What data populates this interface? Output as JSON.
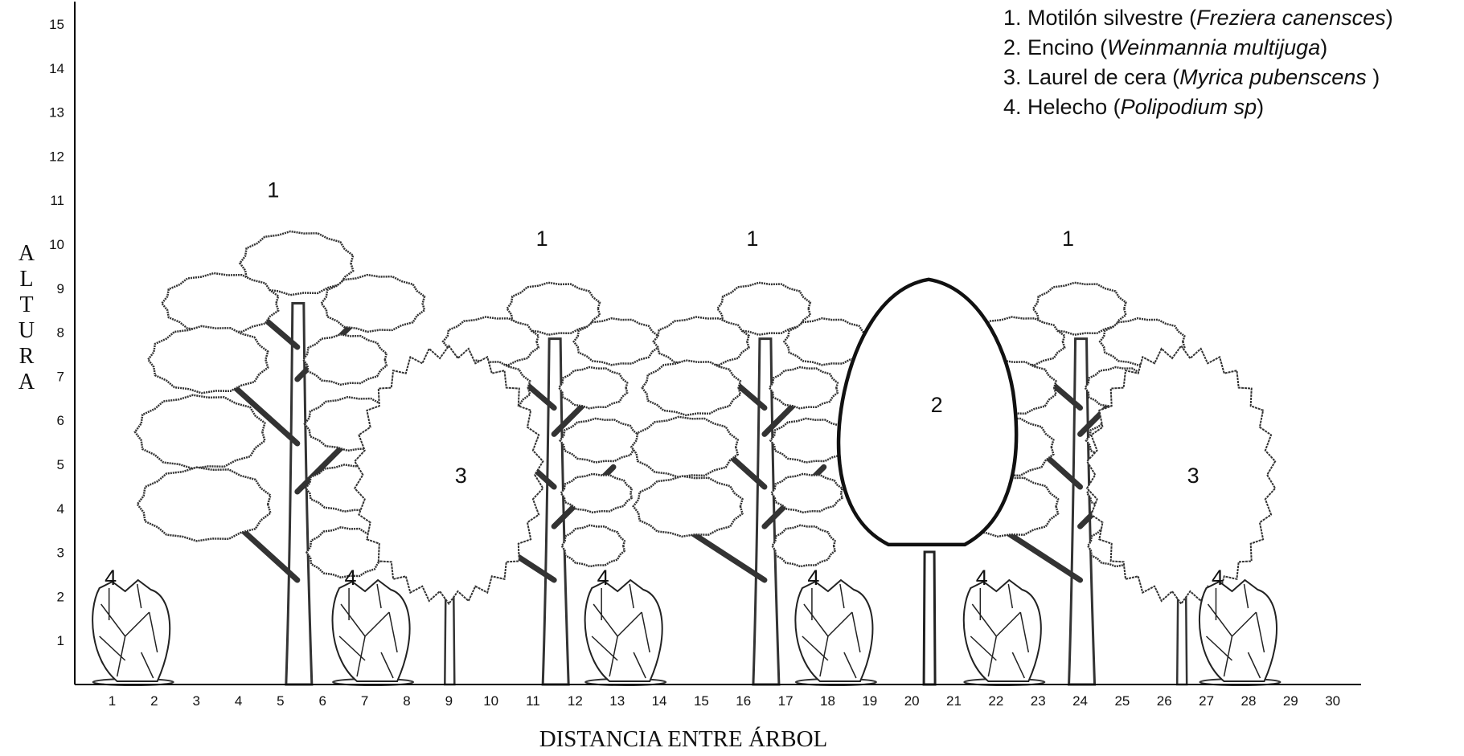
{
  "legend": [
    {
      "prefix": "1. Motilón silvestre (",
      "italic": "Freziera canensces",
      "suffix": ")"
    },
    {
      "prefix": "2. Encino (",
      "italic": "Weinmannia multijuga",
      "suffix": ")"
    },
    {
      "prefix": "3. Laurel de cera (",
      "italic": "Myrica pubenscens",
      "suffix": " )"
    },
    {
      "prefix": "4. Helecho (",
      "italic": "Polipodium sp",
      "suffix": ")"
    }
  ],
  "y_axis_label": "ALTURA",
  "x_axis_label": "DISTANCIA ENTRE ÁRBOL",
  "y_ticks": [
    "1",
    "2",
    "3",
    "4",
    "5",
    "6",
    "7",
    "8",
    "9",
    "10",
    "11",
    "12",
    "13",
    "14",
    "15"
  ],
  "x_ticks": [
    "1",
    "2",
    "3",
    "4",
    "5",
    "6",
    "7",
    "8",
    "9",
    "10",
    "11",
    "12",
    "13",
    "14",
    "15",
    "16",
    "17",
    "18",
    "19",
    "20",
    "21",
    "22",
    "23",
    "24",
    "25",
    "26",
    "27",
    "28",
    "29",
    "30"
  ],
  "plants": [
    {
      "species": "1",
      "kind": "motilon",
      "x": 5.4,
      "height": 10.3,
      "label": "1"
    },
    {
      "species": "1",
      "kind": "motilon",
      "x": 11.5,
      "height": 9.2,
      "label": "1"
    },
    {
      "species": "1",
      "kind": "motilon",
      "x": 16.5,
      "height": 9.2,
      "label": "1"
    },
    {
      "species": "1",
      "kind": "motilon",
      "x": 24.0,
      "height": 9.2,
      "label": "1"
    },
    {
      "species": "3",
      "kind": "laurel",
      "x": 9.0,
      "height": 7.5,
      "label": "3"
    },
    {
      "species": "3",
      "kind": "laurel",
      "x": 26.4,
      "height": 7.5,
      "label": "3"
    },
    {
      "species": "2",
      "kind": "encino",
      "x": 20.4,
      "height": 9.2,
      "label": "2"
    },
    {
      "species": "4",
      "kind": "helecho",
      "x": 1.5,
      "height": 2.3,
      "label": "4"
    },
    {
      "species": "4",
      "kind": "helecho",
      "x": 7.2,
      "height": 2.3,
      "label": "4"
    },
    {
      "species": "4",
      "kind": "helecho",
      "x": 13.2,
      "height": 2.3,
      "label": "4"
    },
    {
      "species": "4",
      "kind": "helecho",
      "x": 18.2,
      "height": 2.3,
      "label": "4"
    },
    {
      "species": "4",
      "kind": "helecho",
      "x": 22.2,
      "height": 2.3,
      "label": "4"
    },
    {
      "species": "4",
      "kind": "helecho",
      "x": 27.8,
      "height": 2.3,
      "label": "4"
    }
  ]
}
